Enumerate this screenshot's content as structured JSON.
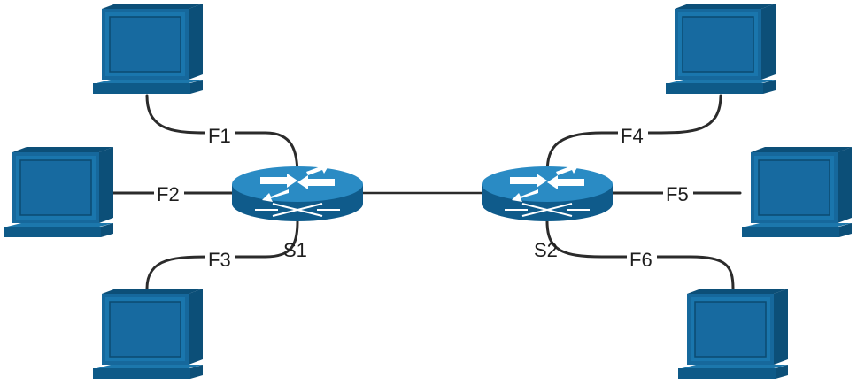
{
  "switches": [
    {
      "id": "S1",
      "label": "S1"
    },
    {
      "id": "S2",
      "label": "S2"
    }
  ],
  "hosts": [
    {
      "id": "pc1",
      "switch": "S1"
    },
    {
      "id": "pc2",
      "switch": "S1"
    },
    {
      "id": "pc3",
      "switch": "S1"
    },
    {
      "id": "pc4",
      "switch": "S2"
    },
    {
      "id": "pc5",
      "switch": "S2"
    },
    {
      "id": "pc6",
      "switch": "S2"
    }
  ],
  "links": [
    {
      "id": "F1",
      "label": "F1",
      "from": "pc1",
      "to": "S1"
    },
    {
      "id": "F2",
      "label": "F2",
      "from": "pc2",
      "to": "S1"
    },
    {
      "id": "F3",
      "label": "F3",
      "from": "pc3",
      "to": "S1"
    },
    {
      "id": "F4",
      "label": "F4",
      "from": "pc4",
      "to": "S2"
    },
    {
      "id": "F5",
      "label": "F5",
      "from": "pc5",
      "to": "S2"
    },
    {
      "id": "F6",
      "label": "F6",
      "from": "pc6",
      "to": "S2"
    },
    {
      "id": "trunk",
      "label": "",
      "from": "S1",
      "to": "S2"
    }
  ],
  "colors": {
    "device_blue": "#176ea4",
    "link": "#2b2b2b"
  }
}
